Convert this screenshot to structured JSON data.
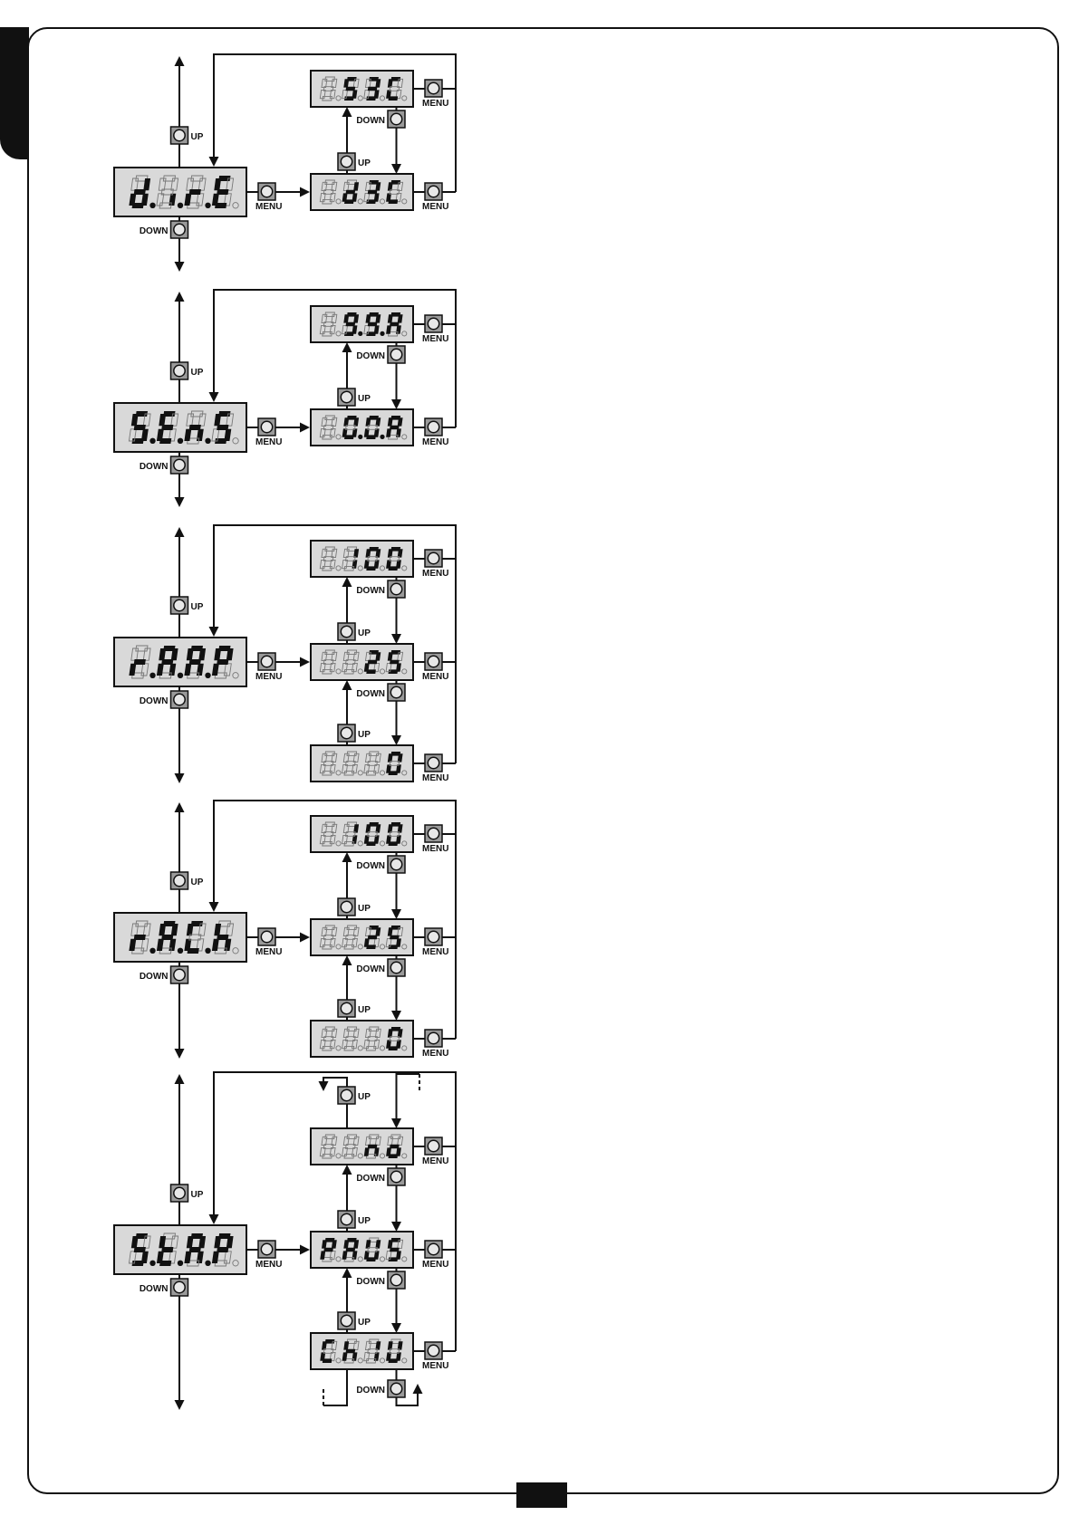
{
  "labels": {
    "up": "UP",
    "down": "DOWN",
    "menu": "MENU"
  },
  "groups": [
    {
      "name": "dir",
      "main": "d.i.r.E",
      "values": [
        "S3C",
        "d3C"
      ],
      "loop": "top"
    },
    {
      "name": "sens",
      "main": "S.E.n.S",
      "values": [
        "9.9.A",
        "0.0.A"
      ],
      "loop": "top"
    },
    {
      "name": "ramp-open",
      "main": "r.A.A.P",
      "values": [
        "100",
        "25",
        "0"
      ],
      "loop": "top"
    },
    {
      "name": "ramp-close",
      "main": "r.A.C.h",
      "values": [
        "100",
        "25",
        "0"
      ],
      "loop": "top"
    },
    {
      "name": "stop",
      "main": "S.t.A.P",
      "values": [
        "no",
        "PAUS",
        "ChIU"
      ],
      "loop": "both"
    }
  ]
}
